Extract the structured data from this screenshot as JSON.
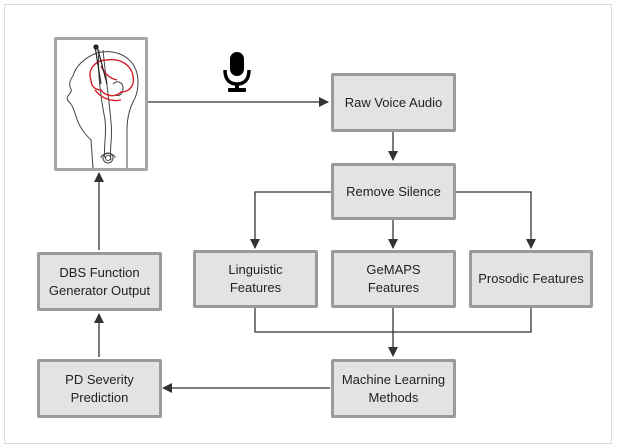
{
  "nodes": {
    "raw_voice_audio": "Raw Voice Audio",
    "remove_silence": "Remove Silence",
    "linguistic_features": "Linguistic\nFeatures",
    "gemaps_features": "GeMAPS\nFeatures",
    "prosodic_features": "Prosodic Features",
    "machine_learning_methods": "Machine Learning\nMethods",
    "pd_severity_prediction": "PD Severity\nPrediction",
    "dbs_function_generator_output": "DBS Function\nGenerator Output"
  },
  "icons": {
    "patient_image": "head-with-dbs-implant-sketch",
    "microphone": "microphone-icon"
  },
  "colors": {
    "box_fill": "#e3e3e3",
    "box_border": "#9a9a9a",
    "connector": "#333333",
    "implant_lines": "#d21f2a"
  }
}
